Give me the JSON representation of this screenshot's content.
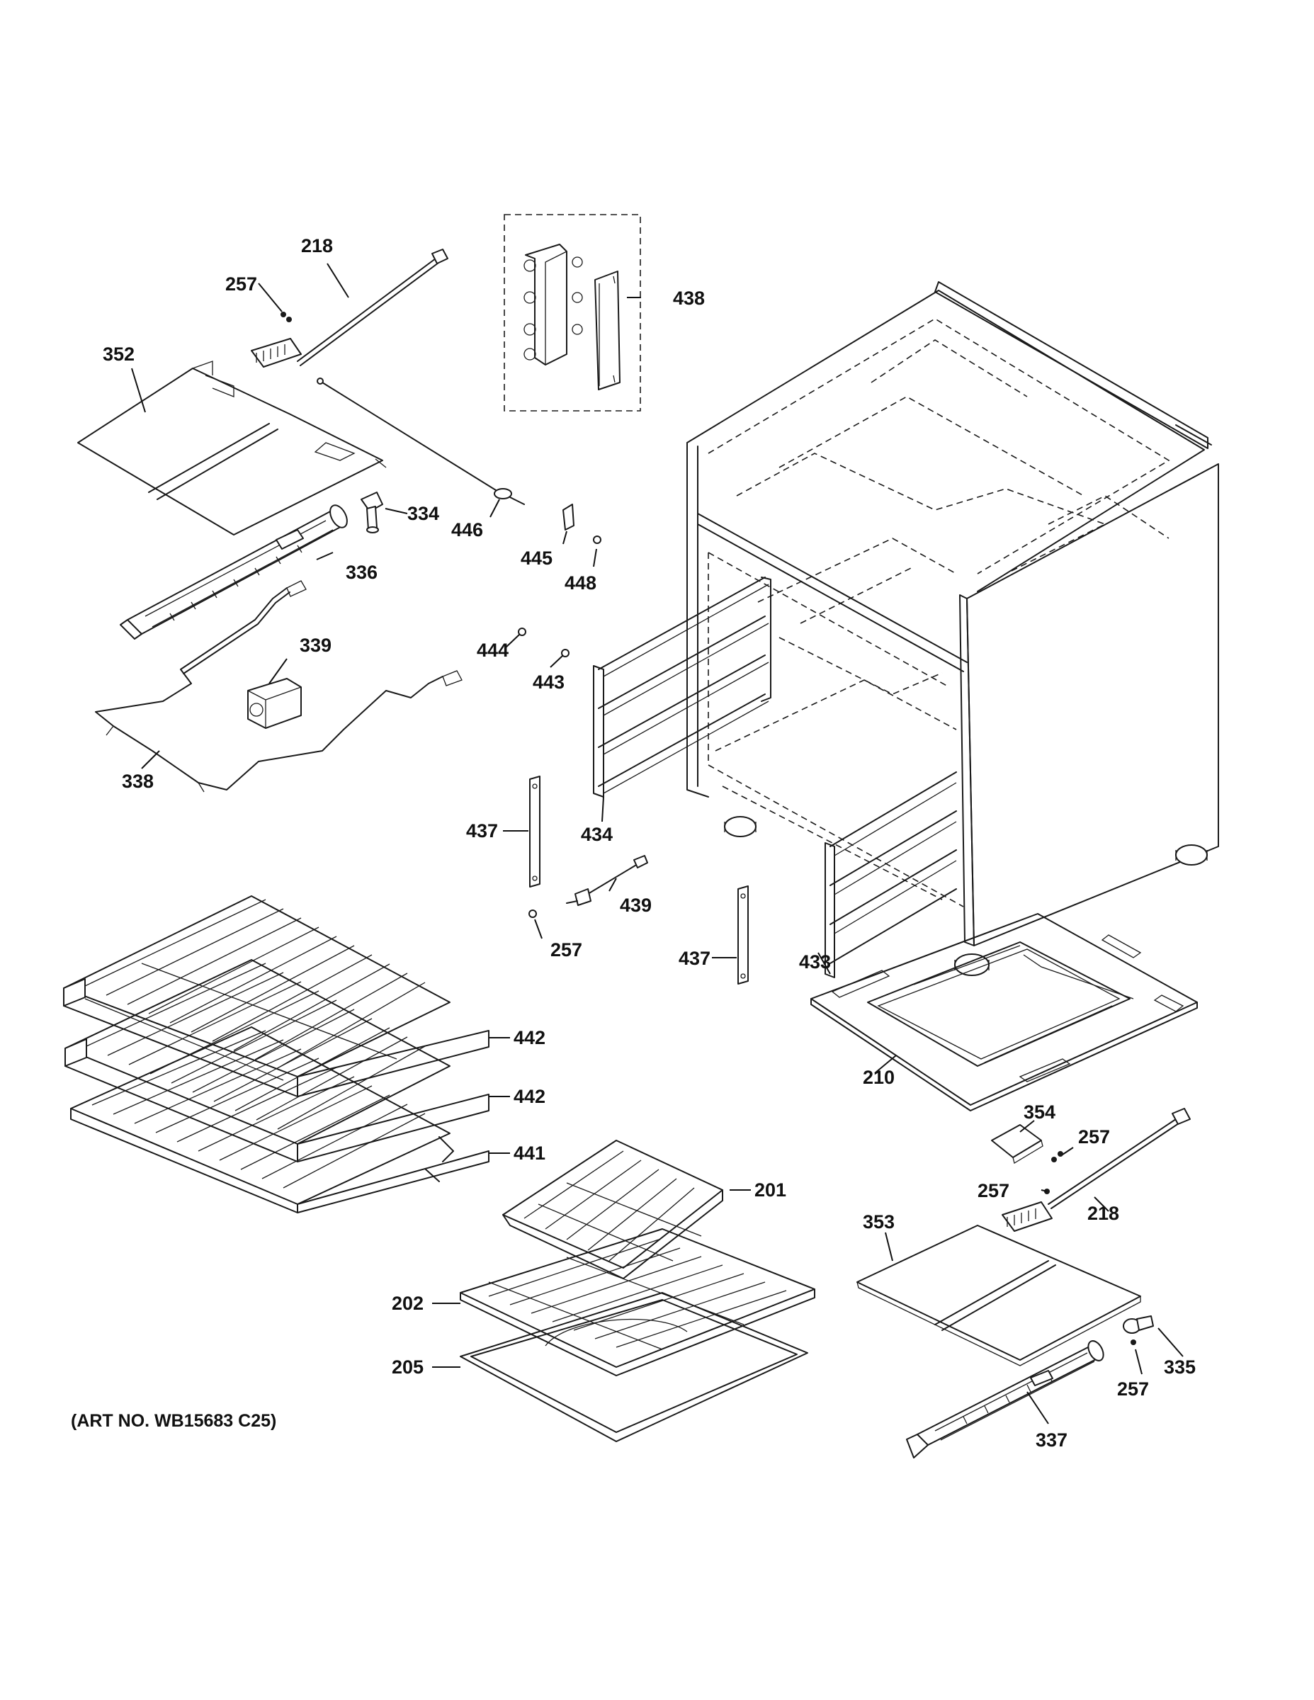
{
  "diagram": {
    "art_number": "(ART NO. WB15683 C25)",
    "labels": {
      "l218a": "218",
      "l257a": "257",
      "l352": "352",
      "l334": "334",
      "l336": "336",
      "l446": "446",
      "l445": "445",
      "l448": "448",
      "l438": "438",
      "l339": "339",
      "l338": "338",
      "l444": "444",
      "l443": "443",
      "l434": "434",
      "l437a": "437",
      "l439": "439",
      "l257b": "257",
      "l437b": "437",
      "l433": "433",
      "l210": "210",
      "l442a": "442",
      "l442b": "442",
      "l441": "441",
      "l354": "354",
      "l257c": "257",
      "l257d": "257",
      "l218b": "218",
      "l201": "201",
      "l353": "353",
      "l202": "202",
      "l205": "205",
      "l335": "335",
      "l257e": "257",
      "l337": "337"
    }
  }
}
